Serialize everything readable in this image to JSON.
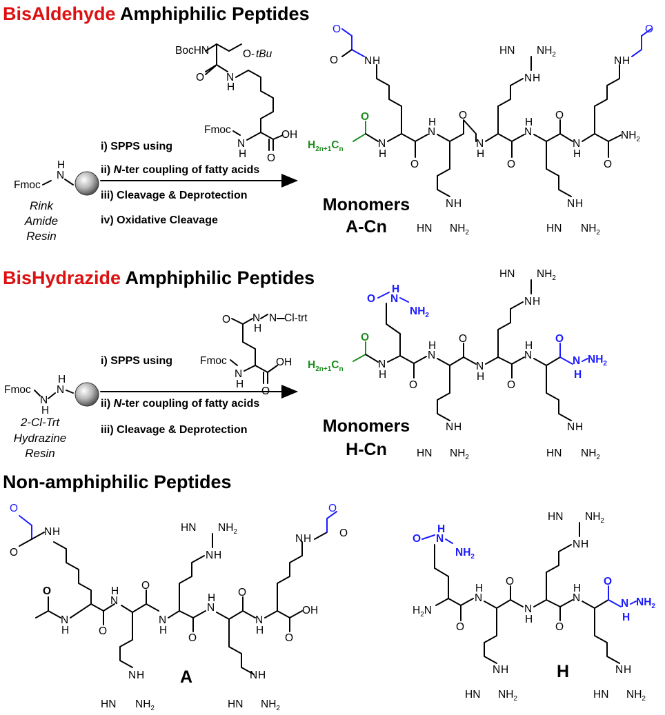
{
  "colors": {
    "red": "#dd1111",
    "blue": "#1a1aff",
    "green": "#1e8c1e",
    "black": "#000000"
  },
  "section1": {
    "title_colored": "BisAldehyde",
    "title_rest": " Amphiphilic Peptides",
    "steps": [
      "i) SPPS using",
      "ii) ",
      "N",
      "-ter coupling of fatty acids",
      "iii) Cleavage & Deprotection",
      "iv) Oxidative Cleavage"
    ],
    "resin": [
      "Rink",
      "Amide",
      "Resin"
    ],
    "reagent_labels": {
      "boc": "BocHN",
      "otbu": "O-",
      "tbu": "tBu",
      "fmoc": "Fmoc",
      "oh": "OH",
      "o": "O",
      "n": "N",
      "h": "H"
    },
    "fmoc_resin": "Fmoc",
    "product": [
      "Monomers",
      "A-Cn"
    ]
  },
  "section2": {
    "title_colored": "BisHydrazide",
    "title_rest": " Amphiphilic Peptides",
    "steps": [
      "i) SPPS using",
      "ii) ",
      "N",
      "-ter coupling of fatty acids",
      "iii) Cleavage & Deprotection"
    ],
    "resin": [
      "2-Cl-Trt",
      "Hydrazine",
      "Resin"
    ],
    "reagent_labels": {
      "cltrt": "Cl-trt",
      "fmoc": "Fmoc",
      "oh": "OH"
    },
    "product": [
      "Monomers",
      "H-Cn"
    ]
  },
  "section3": {
    "title": "Non-amphiphilic Peptides",
    "label_a": "A",
    "label_h": "H"
  },
  "atoms": {
    "O": "O",
    "N": "N",
    "H": "H",
    "NH": "NH",
    "HN": "HN",
    "NH2": "NH",
    "sub2": "2",
    "OH": "OH",
    "H2N": "H",
    "H2Nrest": "N",
    "fatty_H": "H",
    "fatty_sub": "2n+1",
    "fatty_C": "C",
    "fatty_n": "n"
  }
}
